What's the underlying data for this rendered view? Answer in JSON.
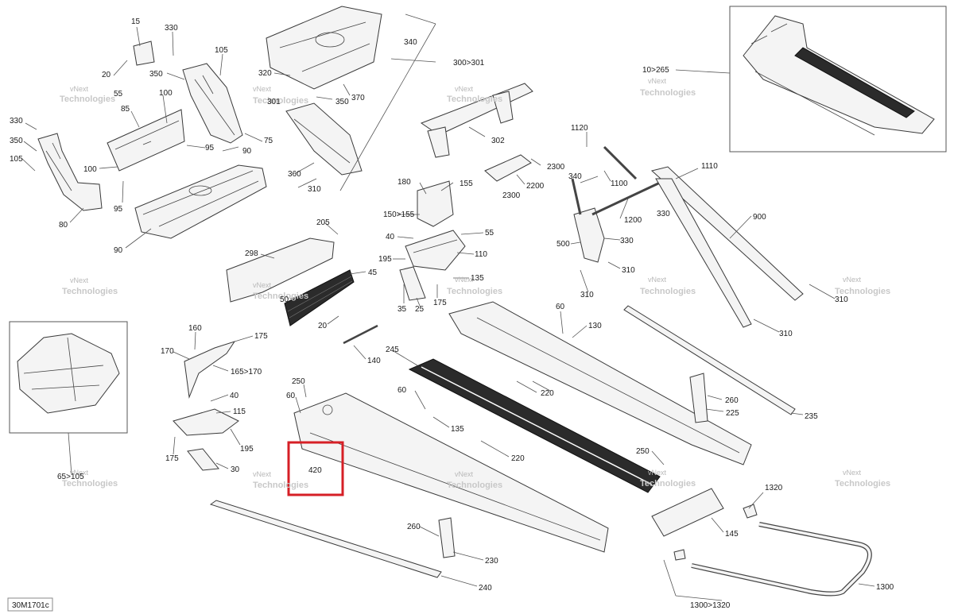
{
  "diagram_code": "30M1701c",
  "watermark": {
    "line1": "vNext",
    "line2": "Technologies"
  },
  "highlight_color": "#d61f26",
  "part_labels": {
    "p15": "15",
    "p330a": "330",
    "p105a": "105",
    "p20": "20",
    "p55a": "55",
    "p350a": "350",
    "p85": "85",
    "p100a": "100",
    "p330b": "330",
    "p350b": "350",
    "p105b": "105",
    "p75": "75",
    "p95a": "95",
    "p90a": "90",
    "p100b": "100",
    "p95b": "95",
    "p80": "80",
    "p90b": "90",
    "p320": "320",
    "p340a": "340",
    "p300_301": "300>301",
    "p301": "301",
    "p350c": "350",
    "p370": "370",
    "p360": "360",
    "p310a": "310",
    "p302": "302",
    "p2300a": "2300",
    "p2200": "2200",
    "p2300b": "2300",
    "p1120": "1120",
    "p1110": "1110",
    "p1100": "1100",
    "p340b": "340",
    "p330c": "330",
    "p1200": "1200",
    "p900": "900",
    "p500": "500",
    "p330d": "330",
    "p310b": "310",
    "p310c": "310",
    "p310d": "310",
    "p10_265": "10>265",
    "p180": "180",
    "p155": "155",
    "p150_155": "150>155",
    "p40a": "40",
    "p55b": "55",
    "p195a": "195",
    "p110": "110",
    "p135a": "135",
    "p35": "35",
    "p25": "25",
    "p175a": "175",
    "p205": "205",
    "p298": "298",
    "p45": "45",
    "p50": "50",
    "p20b": "20",
    "p140": "140",
    "p60a": "60",
    "p130": "130",
    "p245": "245",
    "p220a": "220",
    "p160": "160",
    "p170": "170",
    "p175b": "175",
    "p165_170": "165>170",
    "p40b": "40",
    "p115": "115",
    "p175c": "175",
    "p195b": "195",
    "p30": "30",
    "p250a": "250",
    "p60b": "60",
    "p60c": "60",
    "p135b": "135",
    "p220b": "220",
    "p420": "420",
    "p260a": "260",
    "p225": "225",
    "p235": "235",
    "p250b": "250",
    "p65_105": "65>105",
    "p1320": "1320",
    "p145": "145",
    "p260b": "260",
    "p230": "230",
    "p240": "240",
    "p1300": "1300",
    "p1300_1320": "1300>1320"
  }
}
